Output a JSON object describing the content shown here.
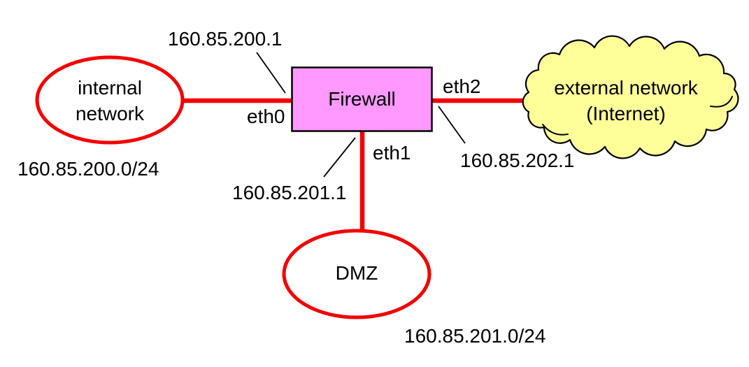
{
  "diagram": {
    "type": "network-topology",
    "nodes": {
      "internal": {
        "label_line1": "internal",
        "label_line2": "network",
        "subnet": "160.85.200.0/24"
      },
      "firewall": {
        "label": "Firewall"
      },
      "external": {
        "label_line1": "external network",
        "label_line2": "(Internet)"
      },
      "dmz": {
        "label": "DMZ",
        "subnet": "160.85.201.0/24"
      }
    },
    "interfaces": {
      "eth0": {
        "label": "eth0",
        "ip": "160.85.200.1"
      },
      "eth1": {
        "label": "eth1",
        "ip": "160.85.201.1"
      },
      "eth2": {
        "label": "eth2",
        "ip": "160.85.202.1"
      }
    }
  },
  "colors": {
    "connector_red": "#f40000",
    "firewall_fill": "#ff99ff",
    "cloud_fill": "#ffff99",
    "node_fill_white": "#ffffff",
    "outline_black": "#000000",
    "text_black": "#000000",
    "background_white": "#ffffff"
  }
}
